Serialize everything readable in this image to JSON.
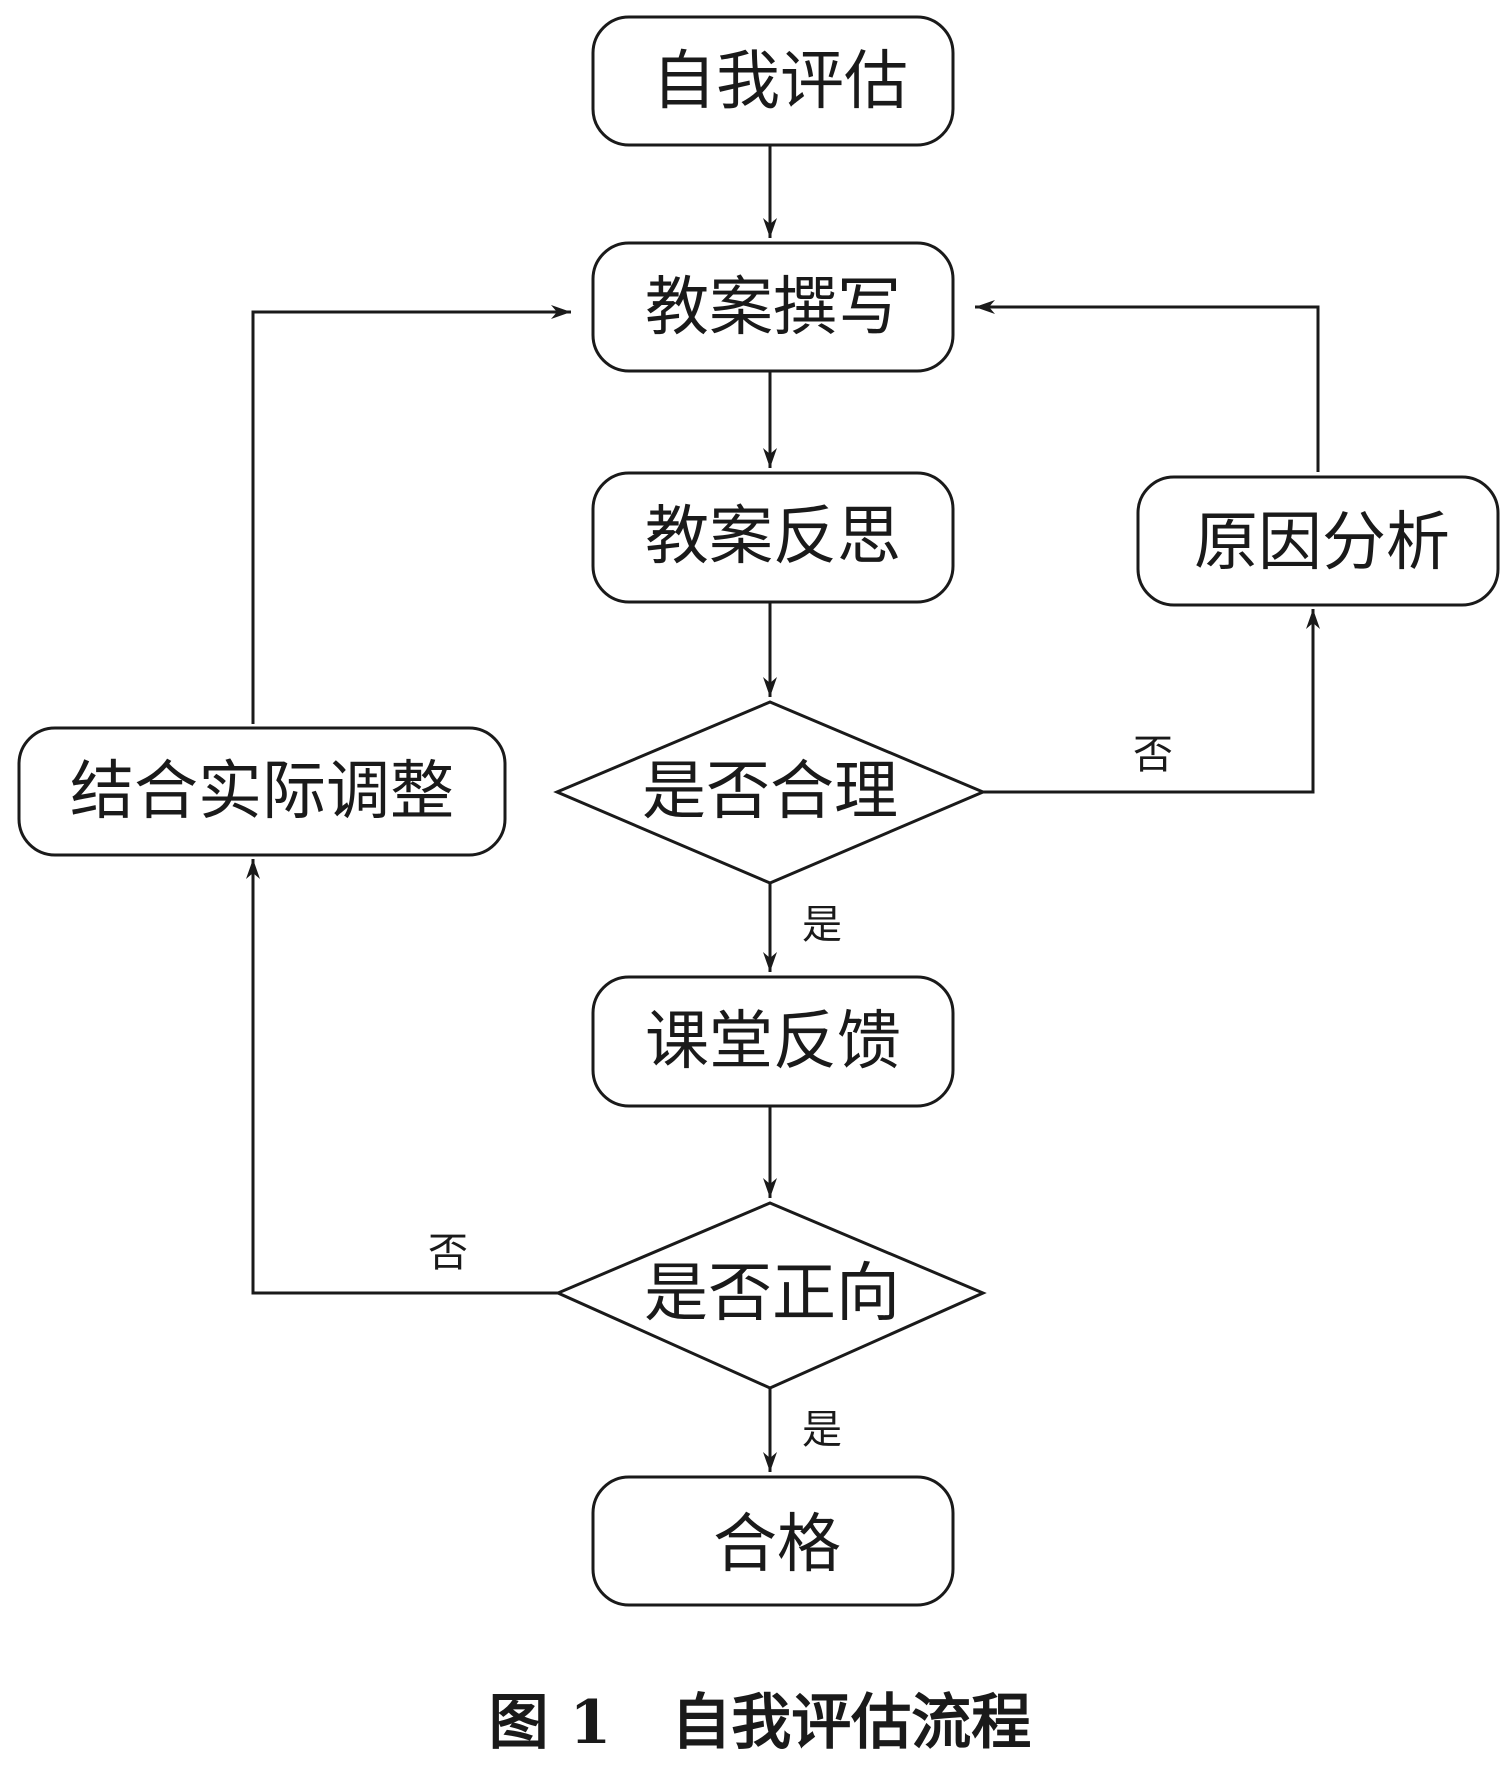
{
  "diagram": {
    "nodes": {
      "self_assessment": "自我评估",
      "lesson_plan_writing": "教案撰写",
      "lesson_plan_reflection": "教案反思",
      "cause_analysis": "原因分析",
      "is_reasonable": "是否合理",
      "adjust_to_reality": "结合实际调整",
      "classroom_feedback": "课堂反馈",
      "is_positive": "是否正向",
      "qualified": "合格"
    },
    "edge_labels": {
      "reasonable_no": "否",
      "reasonable_yes": "是",
      "positive_no": "否",
      "positive_yes": "是"
    }
  },
  "caption": "图 1　自我评估流程"
}
